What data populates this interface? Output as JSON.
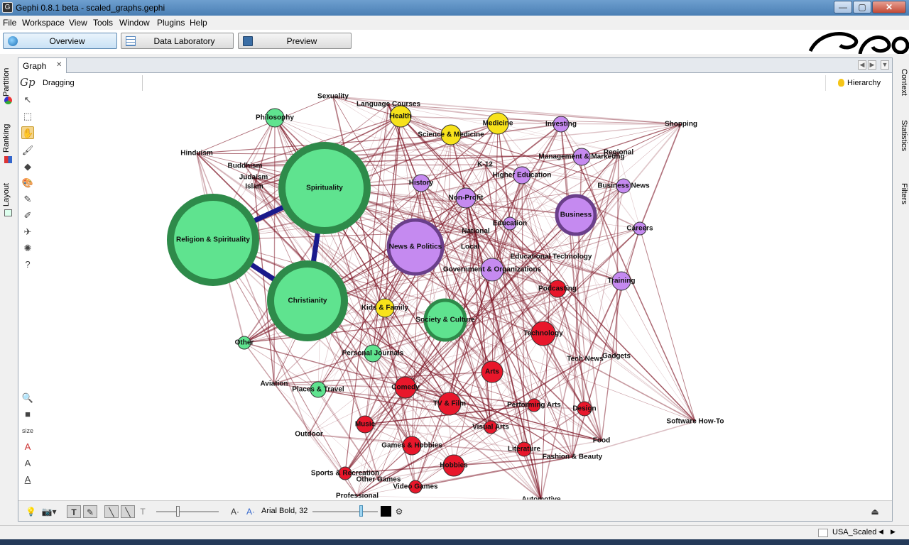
{
  "window": {
    "title": "Gephi 0.8.1 beta - scaled_graphs.gephi",
    "app_icon": "gephi-icon",
    "minimize": "—",
    "maximize": "▢",
    "close": "✕"
  },
  "menu": [
    "File",
    "Workspace",
    "View",
    "Tools",
    "Window",
    "Plugins",
    "Help"
  ],
  "toolbar": {
    "overview": "Overview",
    "data_lab": "Data Laboratory",
    "preview": "Preview"
  },
  "left_tabs": [
    "Partition",
    "Ranking",
    "Layout"
  ],
  "right_tabs": [
    "Context",
    "Statistics",
    "Filters"
  ],
  "graph_tab": {
    "label": "Graph",
    "close": "✕"
  },
  "status": {
    "mode": "Dragging",
    "hierarchy": "Hierarchy"
  },
  "bottom": {
    "font": "Arial Bold, 32",
    "size_label": "size"
  },
  "workspace": "USA_Scaled",
  "colors": {
    "green": "#5fe38f",
    "green_ring": "#2e8a4a",
    "purple": "#c58af0",
    "purple_ring": "#6a3f8a",
    "yellow": "#f7e21b",
    "red": "#e8172b",
    "edge": "#7a1020",
    "edge_blue": "#1a1a8c"
  },
  "nodes": [
    {
      "label": "Religion & Spirituality",
      "color": "green",
      "r": 60,
      "ring": true
    },
    {
      "label": "Spirituality",
      "color": "green",
      "r": 60,
      "ring": true
    },
    {
      "label": "Christianity",
      "color": "green",
      "r": 52,
      "ring": true
    },
    {
      "label": "News & Politics",
      "color": "purple",
      "r": 38,
      "ring": true
    },
    {
      "label": "Business",
      "color": "purple",
      "r": 27,
      "ring": true
    },
    {
      "label": "Society & Culture",
      "color": "green",
      "r": 28,
      "ring": true
    },
    {
      "label": "Philosophy",
      "color": "green",
      "r": 13
    },
    {
      "label": "Health",
      "color": "yellow",
      "r": 15
    },
    {
      "label": "Medicine",
      "color": "yellow",
      "r": 15
    },
    {
      "label": "Science & Medicine",
      "color": "yellow",
      "r": 14
    },
    {
      "label": "Kids & Family",
      "color": "yellow",
      "r": 13
    },
    {
      "label": "Investing",
      "color": "purple",
      "r": 11
    },
    {
      "label": "Management & Marketing",
      "color": "purple",
      "r": 12
    },
    {
      "label": "Business News",
      "color": "purple",
      "r": 10
    },
    {
      "label": "Higher Education",
      "color": "purple",
      "r": 12
    },
    {
      "label": "History",
      "color": "purple",
      "r": 12
    },
    {
      "label": "Non-Profit",
      "color": "purple",
      "r": 14
    },
    {
      "label": "Education",
      "color": "purple",
      "r": 9
    },
    {
      "label": "Careers",
      "color": "purple",
      "r": 9
    },
    {
      "label": "Government & Organizations",
      "color": "purple",
      "r": 16
    },
    {
      "label": "Training",
      "color": "purple",
      "r": 13
    },
    {
      "label": "Technology",
      "color": "red",
      "r": 17
    },
    {
      "label": "Podcasting",
      "color": "red",
      "r": 12
    },
    {
      "label": "Arts",
      "color": "red",
      "r": 15
    },
    {
      "label": "Comedy",
      "color": "red",
      "r": 15
    },
    {
      "label": "TV & Film",
      "color": "red",
      "r": 16
    },
    {
      "label": "Music",
      "color": "red",
      "r": 12
    },
    {
      "label": "Games & Hobbies",
      "color": "red",
      "r": 13
    },
    {
      "label": "Hobbies",
      "color": "red",
      "r": 15
    },
    {
      "label": "Visual Arts",
      "color": "red",
      "r": 9
    },
    {
      "label": "Performing Arts",
      "color": "red",
      "r": 9
    },
    {
      "label": "Design",
      "color": "red",
      "r": 10
    },
    {
      "label": "Literature",
      "color": "red",
      "r": 10
    },
    {
      "label": "Video Games",
      "color": "red",
      "r": 9
    },
    {
      "label": "Sports & Recreation",
      "color": "red",
      "r": 9
    },
    {
      "label": "Personal Journals",
      "color": "green",
      "r": 12
    },
    {
      "label": "Places & Travel",
      "color": "green",
      "r": 11
    },
    {
      "label": "Other",
      "color": "green",
      "r": 9
    }
  ],
  "free_labels": [
    "Sexuality",
    "Language Courses",
    "Hinduism",
    "Buddhism",
    "Judaism",
    "Islam",
    "K-12",
    "Regional",
    "Shopping",
    "National",
    "Local",
    "Educational Technology",
    "Gadgets",
    "Tech News",
    "Aviation",
    "Outdoor",
    "Software How-To",
    "Food",
    "Fashion & Beauty",
    "Other Games",
    "Professional",
    "Automotive"
  ]
}
